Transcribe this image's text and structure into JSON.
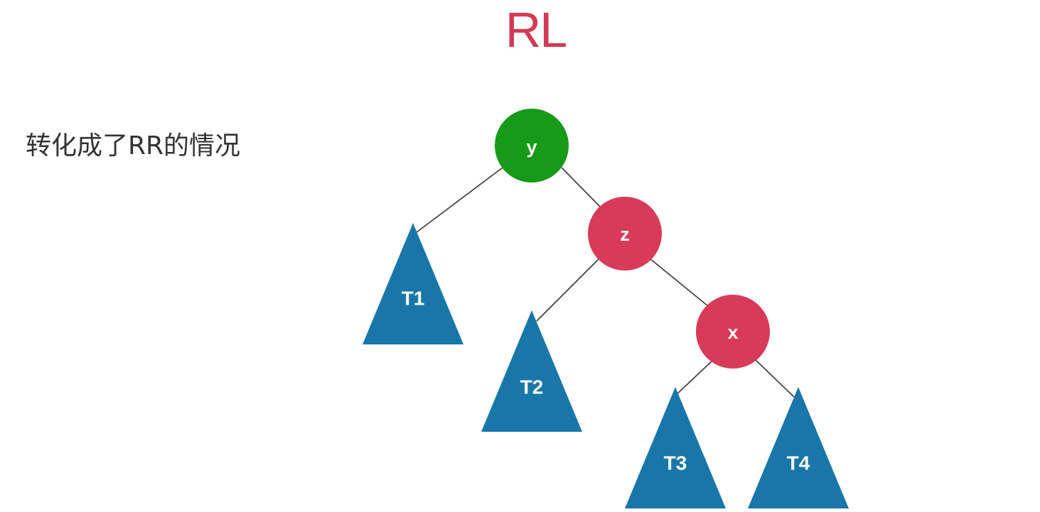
{
  "title": "RL",
  "caption": "转化成了RR的情况",
  "colors": {
    "title": "#d23a58",
    "root_node": "#179a17",
    "red_node": "#d93a5a",
    "subtree": "#1877a8",
    "edge": "#3f3f3f",
    "label": "#ffffff",
    "caption": "#333333"
  },
  "nodes": {
    "y": {
      "label": "y",
      "color": "green"
    },
    "z": {
      "label": "z",
      "color": "red"
    },
    "x": {
      "label": "x",
      "color": "red"
    }
  },
  "subtrees": {
    "t1": "T1",
    "t2": "T2",
    "t3": "T3",
    "t4": "T4"
  },
  "edges": [
    [
      "y",
      "T1"
    ],
    [
      "y",
      "z"
    ],
    [
      "z",
      "T2"
    ],
    [
      "z",
      "x"
    ],
    [
      "x",
      "T3"
    ],
    [
      "x",
      "T4"
    ]
  ]
}
